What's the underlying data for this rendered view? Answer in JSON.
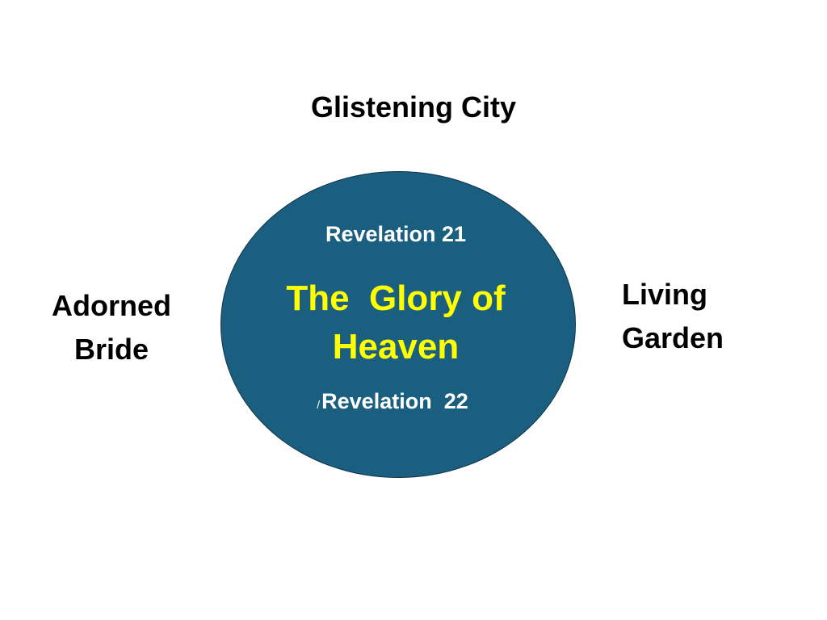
{
  "top_label": "Glistening City",
  "left_label": {
    "line1": "Adorned",
    "line2": "Bride"
  },
  "right_label": {
    "line1": "Living",
    "line2": "Garden"
  },
  "circle": {
    "ref_top": "Revelation 21",
    "title_line1": "The  Glory of",
    "title_line2": "Heaven",
    "ref_bottom_prefix": "/",
    "ref_bottom": "Revelation  22"
  },
  "colors": {
    "circle_fill": "#1b5f80",
    "title_color": "#ffff00",
    "ref_color": "#ffffff",
    "label_color": "#000000"
  }
}
